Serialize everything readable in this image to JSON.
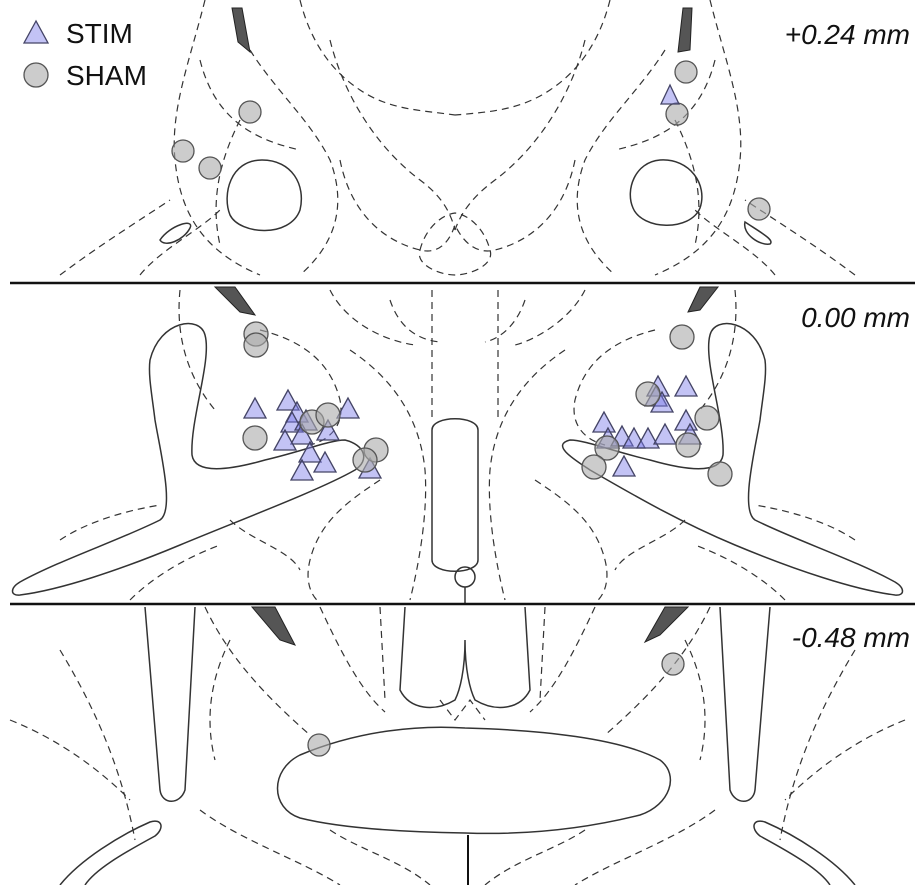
{
  "legend": {
    "stim_label": "STIM",
    "sham_label": "SHAM"
  },
  "sections": [
    {
      "label": "+0.24 mm"
    },
    {
      "label": "0.00 mm"
    },
    {
      "label": "-0.48 mm"
    }
  ],
  "colors": {
    "stim_fill": "#7b7be8",
    "sham_fill": "#aaaaaa",
    "outline": "#333333"
  },
  "icons": {
    "stim": "triangle-marker",
    "sham": "circle-marker"
  }
}
